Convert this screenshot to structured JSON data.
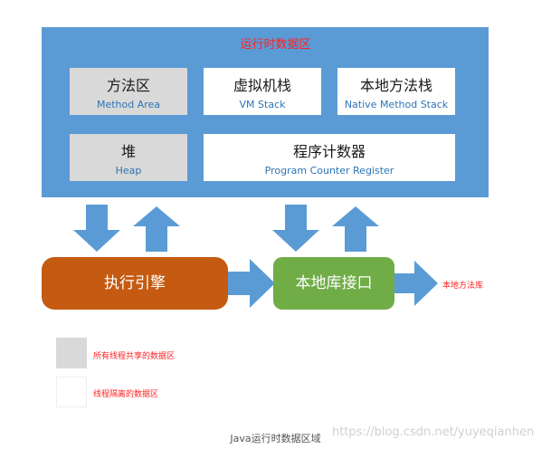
{
  "runtime_area": {
    "title": "运行时数据区",
    "method_area": {
      "zh": "方法区",
      "en": "Method Area"
    },
    "vm_stack": {
      "zh": "虚拟机栈",
      "en": "VM Stack"
    },
    "native_method_stack": {
      "zh": "本地方法栈",
      "en": "Native Method Stack"
    },
    "heap": {
      "zh": "堆",
      "en": "Heap"
    },
    "pc_register": {
      "zh": "程序计数器",
      "en": "Program Counter Register"
    }
  },
  "execution_engine": "执行引擎",
  "native_interface": "本地库接口",
  "native_library": "本地方法库",
  "legend": {
    "shared": "所有线程共享的数据区",
    "private": "线程隔离的数据区"
  },
  "caption": "Java运行时数据区域",
  "watermark": "https://blog.csdn.net/yuyeqianhen",
  "colors": {
    "runtime_area": "#5b9bd5",
    "shared_box": "#d9d9d9",
    "private_box": "#ffffff",
    "execution_engine": "#c55a11",
    "native_interface": "#70ad47",
    "arrow": "#5b9bd5",
    "label_red": "#ff2020"
  }
}
